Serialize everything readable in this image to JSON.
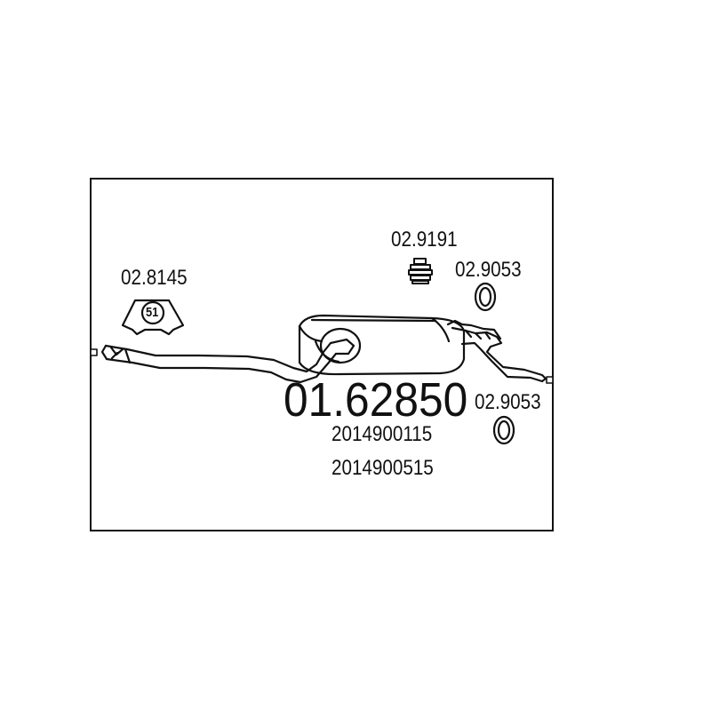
{
  "diagram": {
    "main_part_number": "01.62850",
    "oem_references": [
      "2014900115",
      "2014900515"
    ],
    "components": {
      "clamp": {
        "part_number": "02.8145",
        "size": "51",
        "icon": "pipe-clamp-icon"
      },
      "rubber_mount": {
        "part_number": "02.9191",
        "icon": "rubber-mount-icon"
      },
      "ring_upper": {
        "part_number": "02.9053",
        "icon": "rubber-ring-icon"
      },
      "ring_lower": {
        "part_number": "02.9053",
        "icon": "rubber-ring-icon"
      }
    },
    "line_color": "#111111",
    "background_color": "#ffffff"
  }
}
